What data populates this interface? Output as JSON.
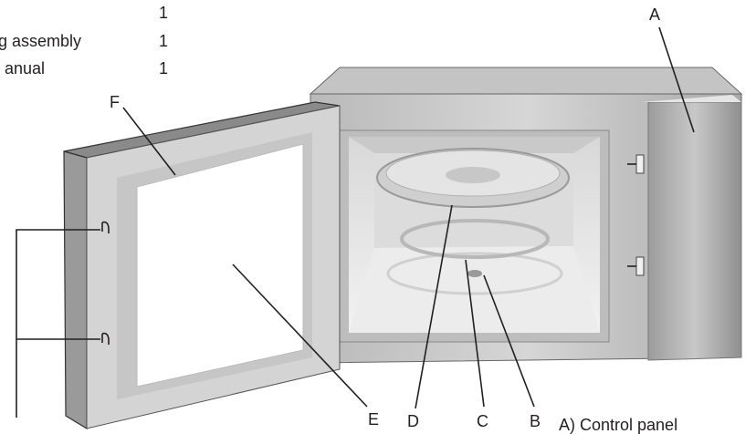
{
  "parts_list": [
    {
      "name": "",
      "qty": "1"
    },
    {
      "name": "g assembly",
      "qty": "1"
    },
    {
      "name": "anual",
      "qty": "1"
    }
  ],
  "callouts": {
    "A": "A",
    "B": "B",
    "C": "C",
    "D": "D",
    "E": "E",
    "F": "F"
  },
  "legend_line": "A) Control panel"
}
